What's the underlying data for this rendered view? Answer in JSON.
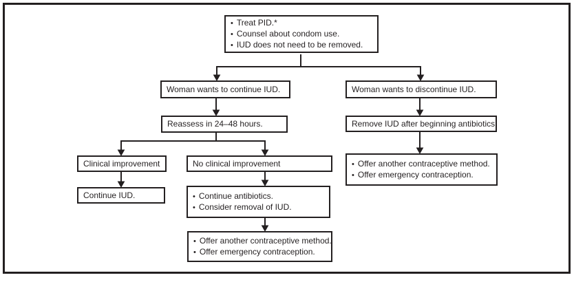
{
  "bullet": "•",
  "colors": {
    "line": "#231f20",
    "box_border": "#231f20",
    "background": "#ffffff"
  },
  "boxes": {
    "treat": {
      "lines": [
        "Treat PID.*",
        "Counsel about condom use.",
        "IUD does not need to be removed."
      ]
    },
    "continue_branch": {
      "text": "Woman wants to continue IUD."
    },
    "discontinue_branch": {
      "text": "Woman wants to discontinue IUD."
    },
    "reassess": {
      "text": "Reassess in 24–48 hours."
    },
    "clinical_improvement": {
      "text": "Clinical improvement"
    },
    "no_clinical_improvement": {
      "text": "No clinical improvement"
    },
    "continue_iud": {
      "text": "Continue IUD."
    },
    "continue_antibiotics": {
      "lines": [
        "Continue antibiotics.",
        "Consider removal of IUD."
      ]
    },
    "offer_after_no_improvement": {
      "lines": [
        "Offer another contraceptive method.",
        "Offer emergency contraception."
      ]
    },
    "remove_iud": {
      "text": "Remove IUD after beginning antibiotics."
    },
    "offer_after_removal": {
      "lines": [
        "Offer another contraceptive method.",
        "Offer emergency contraception."
      ]
    }
  }
}
